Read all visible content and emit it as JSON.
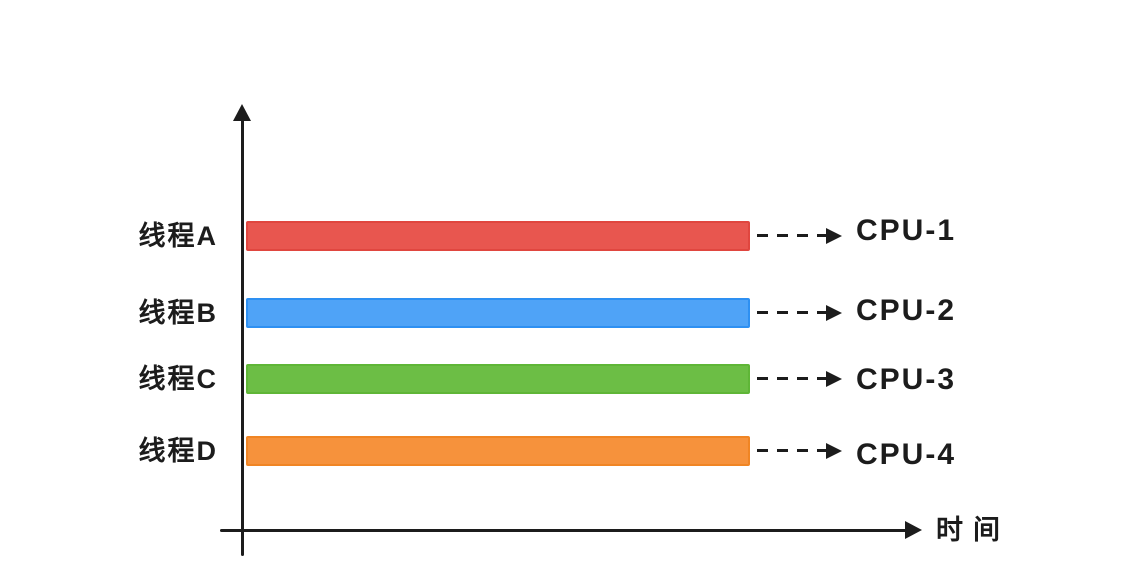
{
  "diagram": {
    "description_colors": {
      "axis_color": "#1c1c1c",
      "text_color": "#1c1c1c",
      "background": "#ffffff"
    },
    "x_axis": {
      "label": "时间"
    },
    "rows": [
      {
        "thread_label": "线程A",
        "cpu_label": "CPU-1",
        "bar_color": "#e8564f",
        "bar_border": "#e0463f"
      },
      {
        "thread_label": "线程B",
        "cpu_label": "CPU-2",
        "bar_color": "#4fa3f7",
        "bar_border": "#2e90f2"
      },
      {
        "thread_label": "线程C",
        "cpu_label": "CPU-3",
        "bar_color": "#6cbe45",
        "bar_border": "#5fb637"
      },
      {
        "thread_label": "线程D",
        "cpu_label": "CPU-4",
        "bar_color": "#f6923c",
        "bar_border": "#f08524"
      }
    ]
  }
}
